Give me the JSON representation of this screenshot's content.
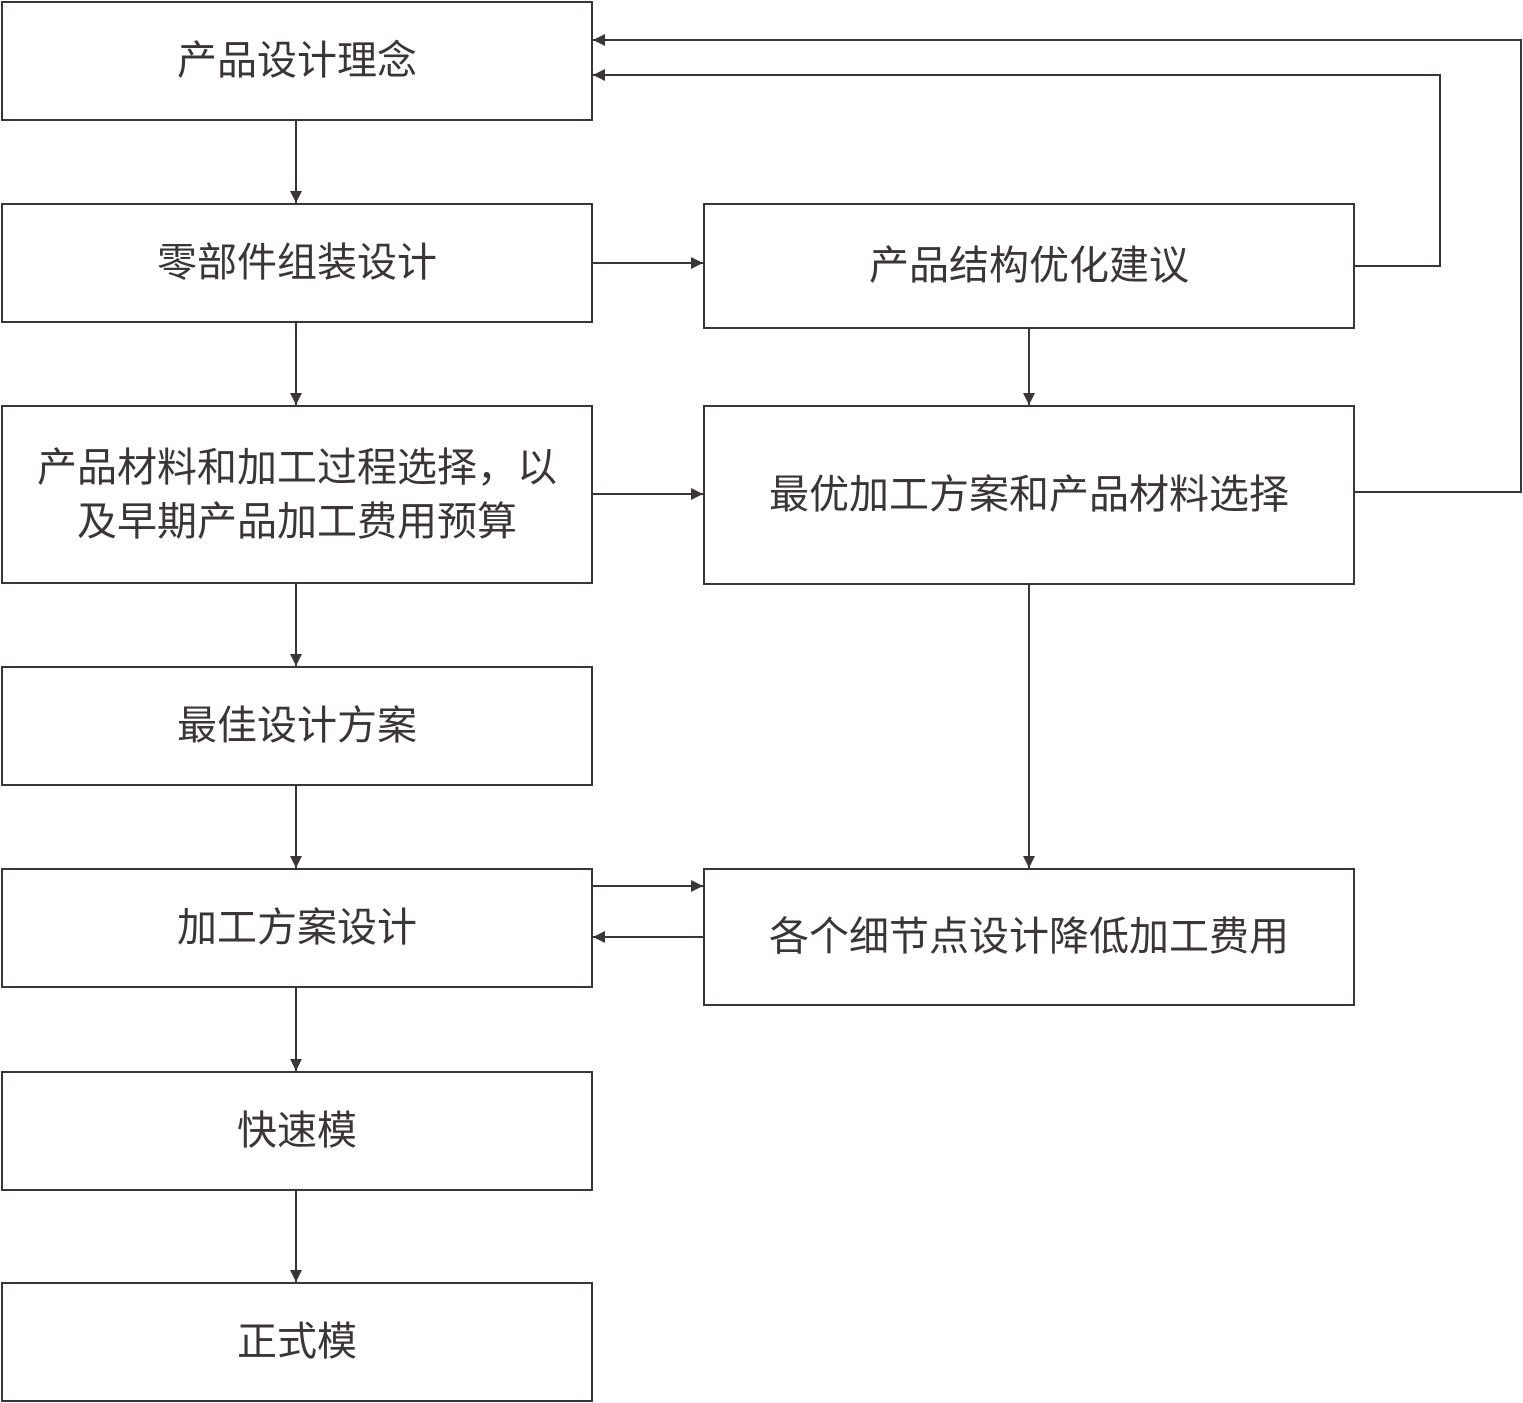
{
  "diagram": {
    "type": "flowchart",
    "line_color": "#3b3536",
    "text_color": "#3b3536",
    "background": "#ffffff",
    "nodes": {
      "concept": "产品设计理念",
      "assembly": "零部件组装设计",
      "material_process": "产品材料和加工过程选择，以及早期产品加工费用预算",
      "best_plan": "最佳设计方案",
      "process_design": "加工方案设计",
      "rapid_prototype": "快速模",
      "formal_mold": "正式模",
      "structure_opt": "产品结构优化建议",
      "optimal_process": "最优加工方案和产品材料选择",
      "detail_cost": "各个细节点设计降低加工费用"
    },
    "edges": [
      {
        "from": "concept",
        "to": "assembly"
      },
      {
        "from": "assembly",
        "to": "material_process"
      },
      {
        "from": "material_process",
        "to": "best_plan"
      },
      {
        "from": "best_plan",
        "to": "process_design"
      },
      {
        "from": "process_design",
        "to": "rapid_prototype"
      },
      {
        "from": "rapid_prototype",
        "to": "formal_mold"
      },
      {
        "from": "assembly",
        "to": "structure_opt"
      },
      {
        "from": "material_process",
        "to": "optimal_process"
      },
      {
        "from": "structure_opt",
        "to": "optimal_process"
      },
      {
        "from": "optimal_process",
        "to": "detail_cost"
      },
      {
        "from": "process_design",
        "to": "detail_cost"
      },
      {
        "from": "detail_cost",
        "to": "process_design"
      },
      {
        "from": "structure_opt",
        "to": "concept"
      },
      {
        "from": "optimal_process",
        "to": "concept"
      }
    ]
  }
}
